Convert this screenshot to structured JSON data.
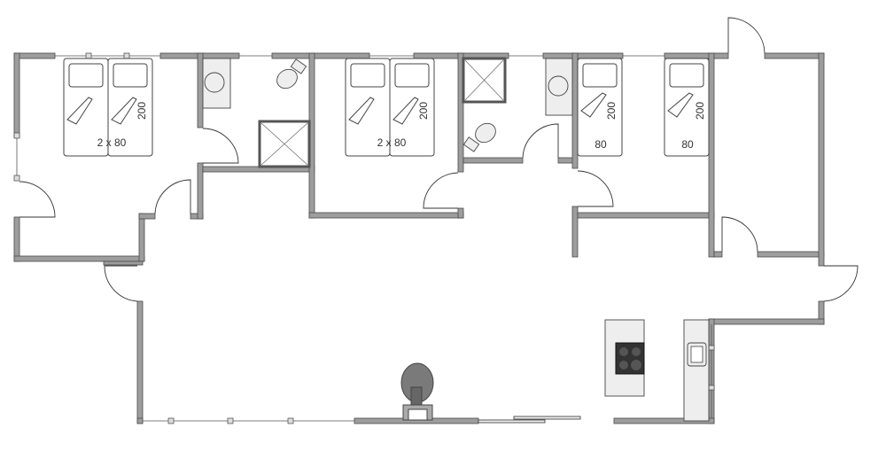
{
  "beds": {
    "double_1": {
      "size_label": "2 x 80",
      "length_label": "200"
    },
    "double_2": {
      "size_label": "2 x 80",
      "length_label": "200"
    },
    "single_1": {
      "size_label": "80",
      "length_label": "200"
    },
    "single_2": {
      "size_label": "80",
      "length_label": "200"
    }
  },
  "colors": {
    "wall": "#9d9d9d",
    "fireplace": "#7a7a7a",
    "hob": "#333333"
  }
}
